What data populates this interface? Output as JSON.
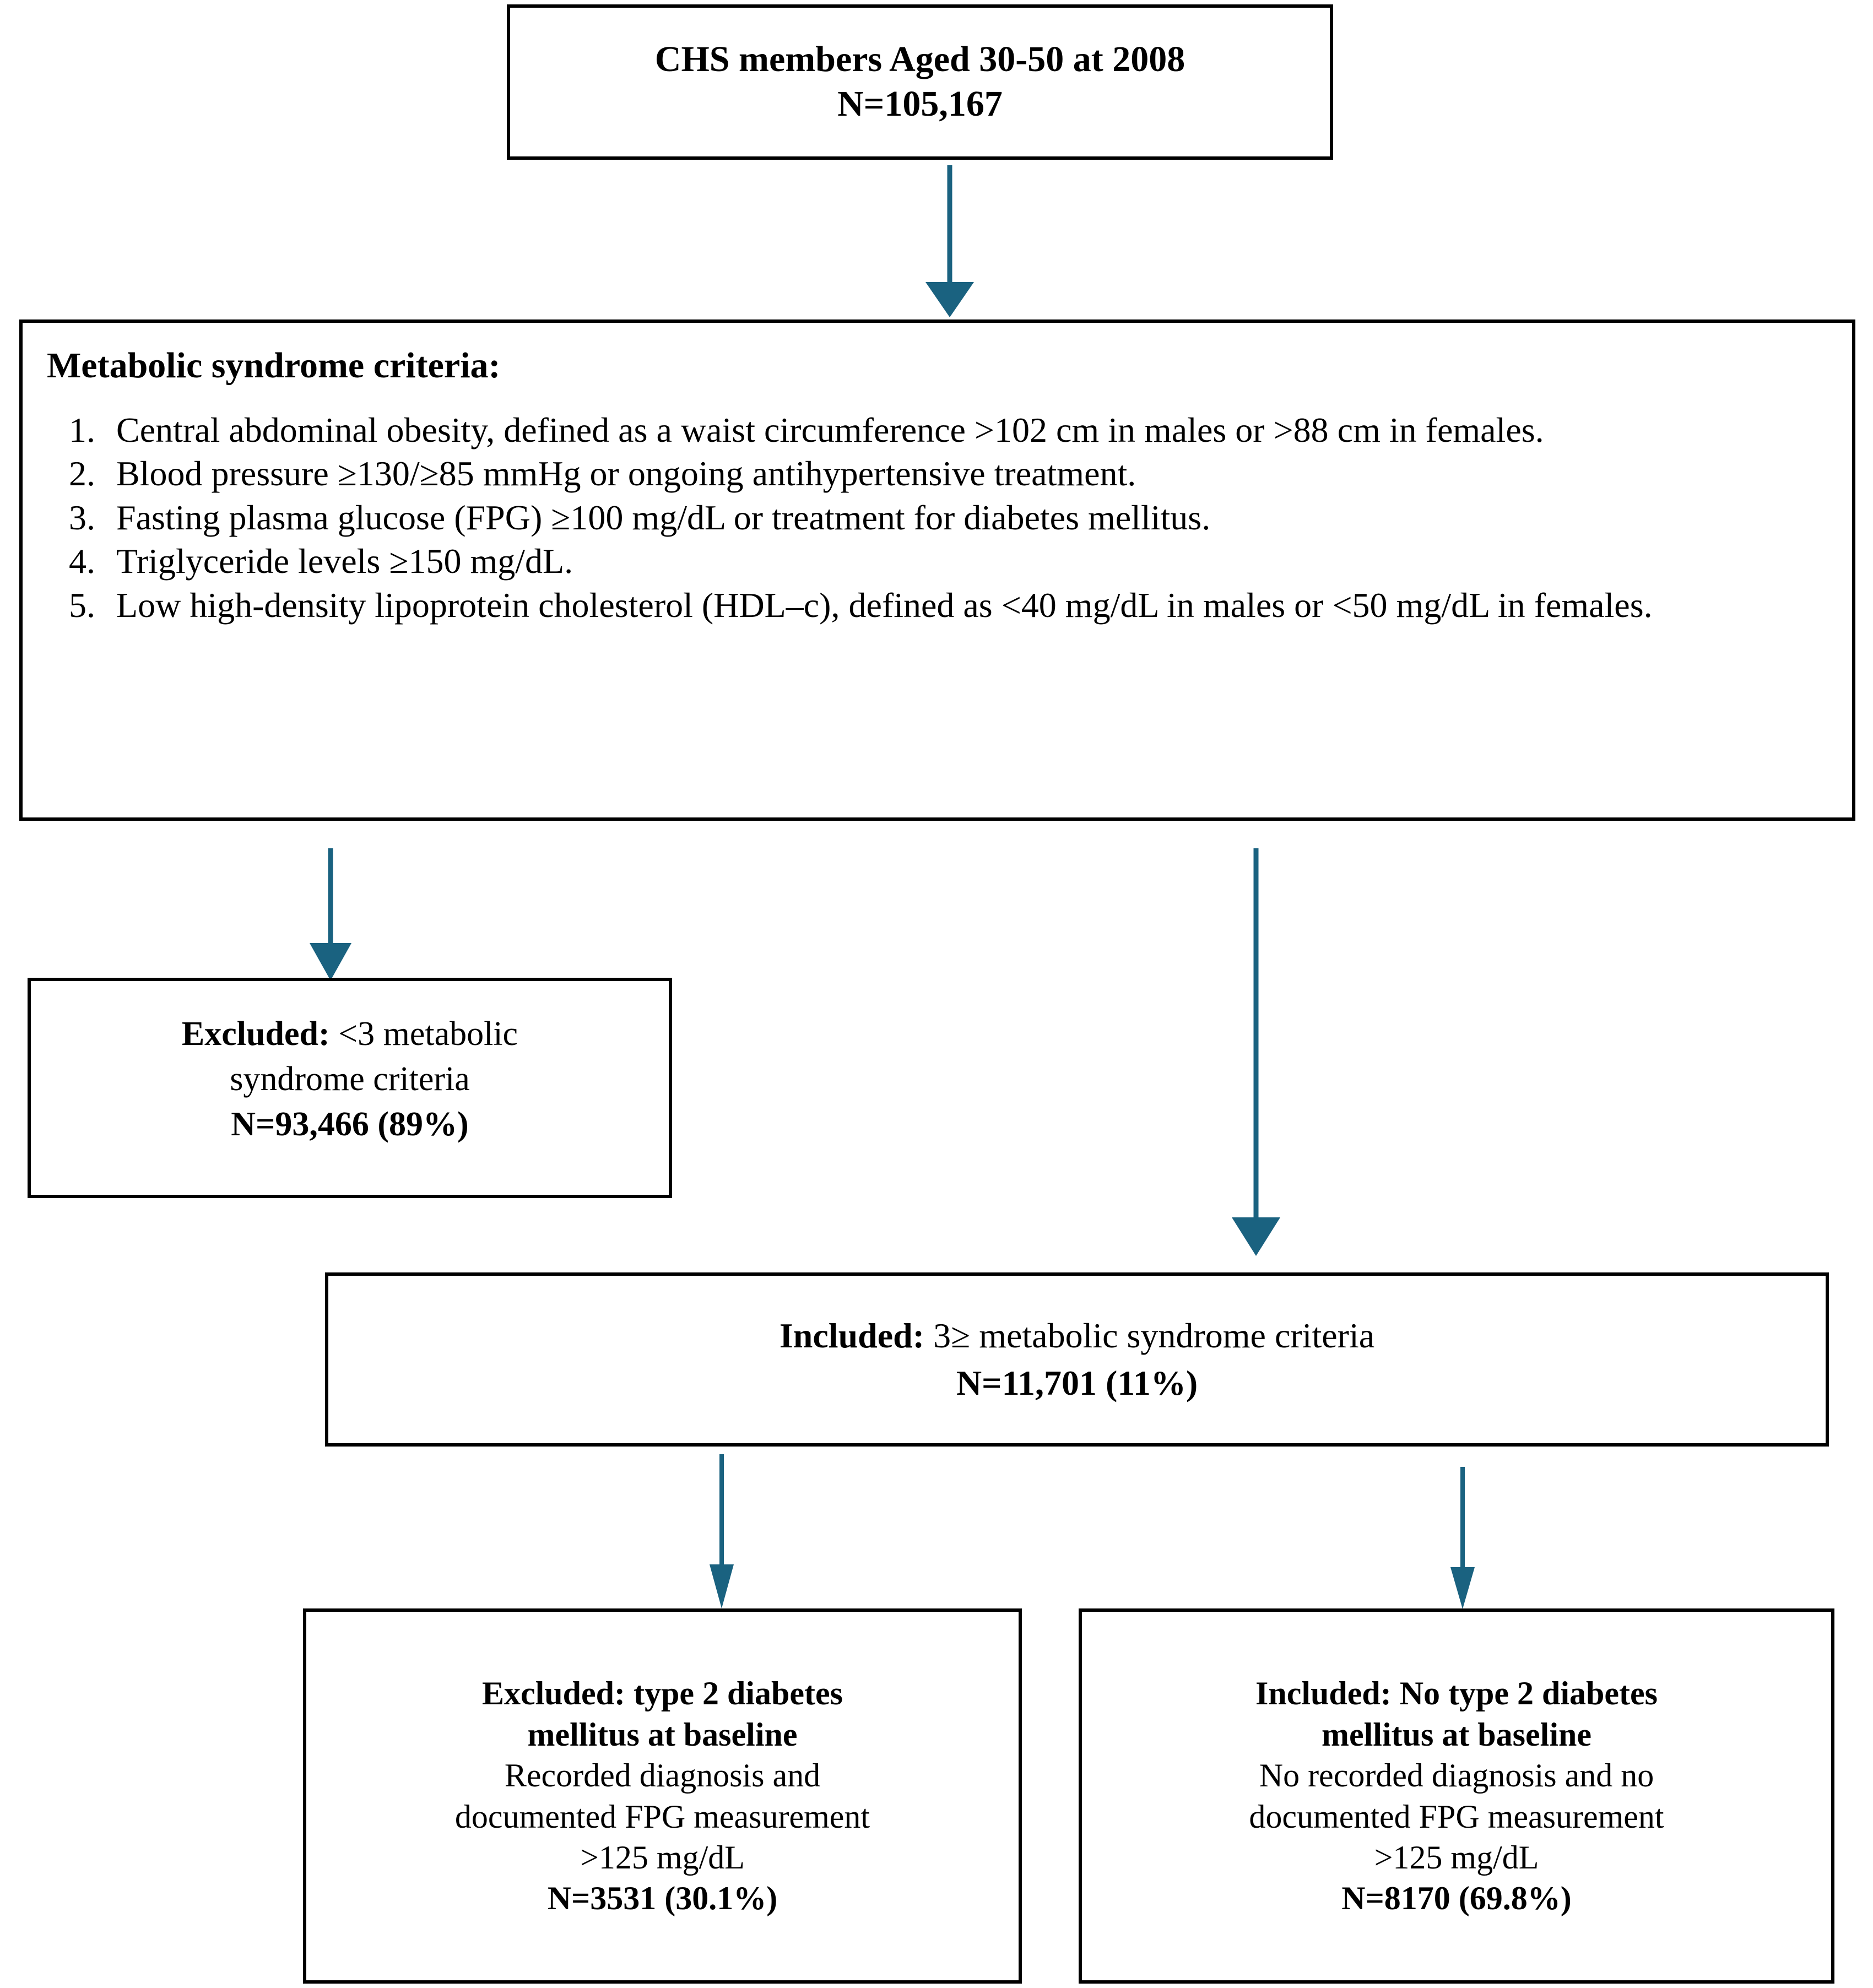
{
  "colors": {
    "arrow": "#1a6280",
    "border": "#000000",
    "text": "#000000",
    "background": "#ffffff"
  },
  "top_box": {
    "line1": "CHS members Aged 30-50 at 2008",
    "line2": "N=105,167"
  },
  "criteria_box": {
    "title": "Metabolic syndrome criteria:",
    "items": [
      "Central abdominal obesity, defined as a waist circumference >102 cm in males or >88 cm in females.",
      "Blood pressure ≥130/≥85 mmHg or ongoing antihypertensive treatment.",
      "Fasting plasma glucose (FPG) ≥100 mg/dL or treatment for diabetes mellitus.",
      "Triglyceride levels ≥150 mg/dL.",
      "Low high-density lipoprotein cholesterol (HDL–c), defined as <40 mg/dL in males or <50 mg/dL in females."
    ]
  },
  "excluded_box": {
    "label": "Excluded:",
    "line1_rest": " <3 metabolic",
    "line2": "syndrome criteria",
    "line3": "N=93,466 (89%)"
  },
  "included_box": {
    "label": "Included:",
    "line1_rest": " 3≥ metabolic syndrome criteria",
    "line2": "N=11,701 (11%)"
  },
  "excluded_dm_box": {
    "line1": "Excluded: type 2 diabetes",
    "line2": "mellitus at baseline",
    "line3": "Recorded diagnosis and",
    "line4": "documented FPG measurement",
    "line5": ">125 mg/dL",
    "line6": "N=3531 (30.1%)"
  },
  "included_dm_box": {
    "line1": "Included: No type 2 diabetes",
    "line2": "mellitus at baseline",
    "line3": "No recorded diagnosis and no",
    "line4": "documented FPG measurement",
    "line5": ">125 mg/dL",
    "line6": "N=8170 (69.8%)"
  },
  "arrows": [
    {
      "name": "arrow-top-to-criteria"
    },
    {
      "name": "arrow-criteria-to-excluded"
    },
    {
      "name": "arrow-criteria-to-included"
    },
    {
      "name": "arrow-included-to-excluded-dm"
    },
    {
      "name": "arrow-included-to-included-dm"
    }
  ]
}
